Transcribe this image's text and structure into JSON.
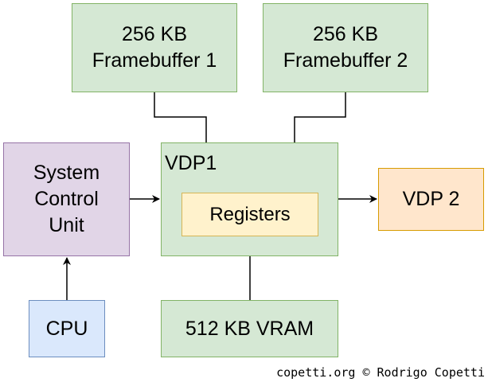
{
  "nodes": {
    "framebuffer1": [
      "256 KB",
      "Framebuffer 1"
    ],
    "framebuffer2": [
      "256 KB",
      "Framebuffer 2"
    ],
    "scu": [
      "System",
      "Control",
      "Unit"
    ],
    "vdp1": "VDP1",
    "registers": "Registers",
    "vdp2": "VDP 2",
    "cpu": "CPU",
    "vram": "512 KB VRAM"
  },
  "edges": [
    {
      "from": "framebuffer1",
      "to": "vdp1",
      "arrow": false
    },
    {
      "from": "framebuffer2",
      "to": "vdp1",
      "arrow": false
    },
    {
      "from": "scu",
      "to": "vdp1",
      "arrow": true
    },
    {
      "from": "vdp1",
      "to": "vdp2",
      "arrow": true
    },
    {
      "from": "cpu",
      "to": "scu",
      "arrow": true
    },
    {
      "from": "vdp1",
      "to": "vram",
      "arrow": false
    }
  ],
  "credit": "copetti.org © Rodrigo Copetti",
  "colors": {
    "green_fill": "#d5e8d4",
    "green_stroke": "#82b366",
    "purple_fill": "#e1d5e7",
    "purple_stroke": "#9673a6",
    "blue_fill": "#dae8fc",
    "blue_stroke": "#6c8ebf",
    "orange_fill": "#ffe6cc",
    "orange_stroke": "#d79b00",
    "yellow_fill": "#fff2cc",
    "yellow_stroke": "#d6b656"
  }
}
